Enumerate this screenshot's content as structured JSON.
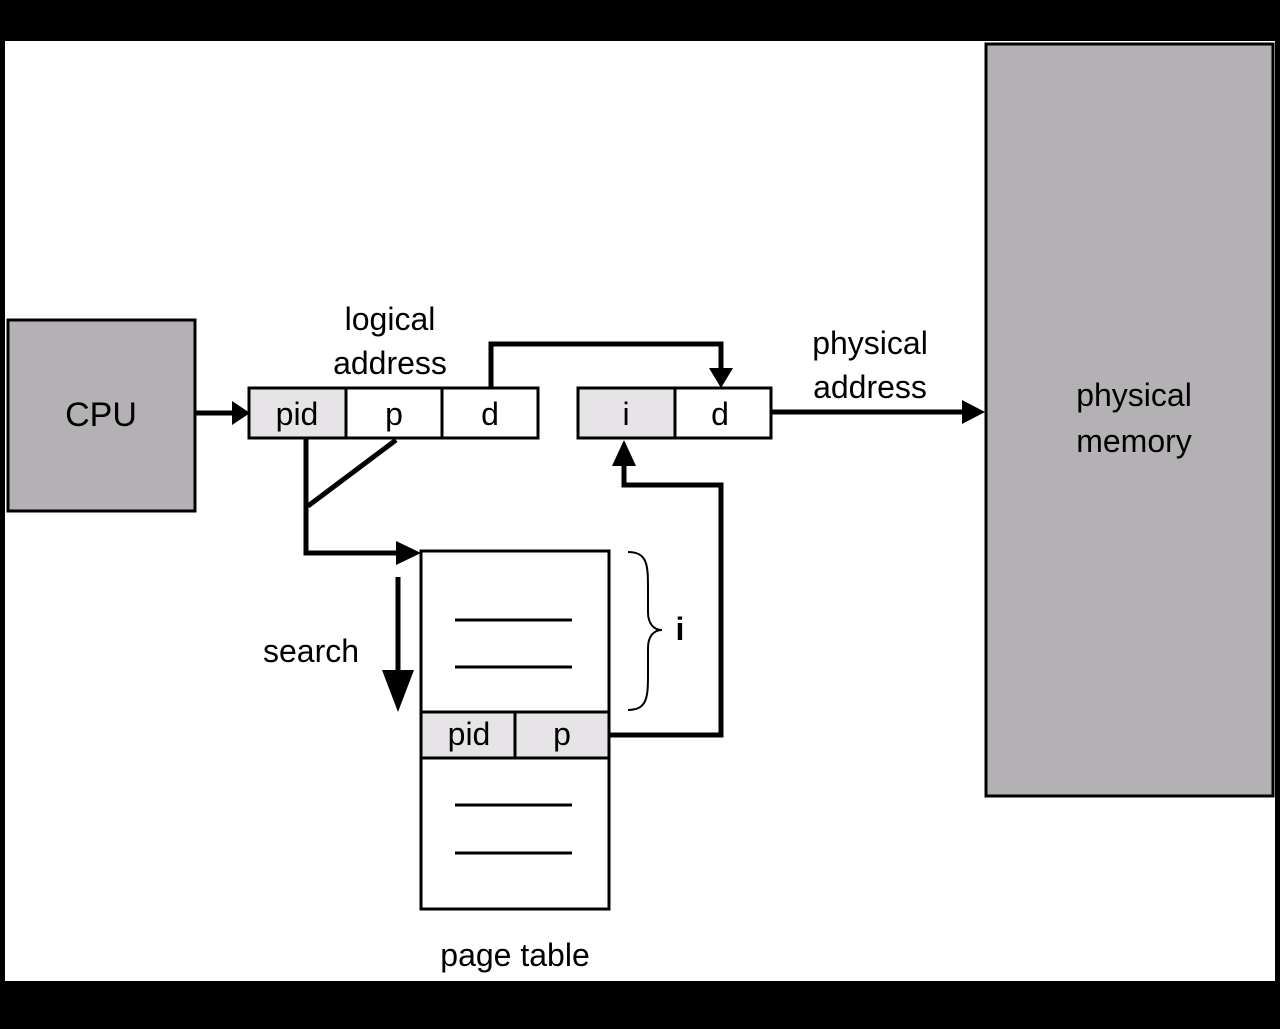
{
  "colors": {
    "frame": "#000000",
    "canvas": "#ffffff",
    "box_dark": "#b3b1b3",
    "cell_light": "#e6e4e6",
    "stroke": "#000000"
  },
  "diagram": {
    "cpu_label": "CPU",
    "logical_address": {
      "label_line1": "logical",
      "label_line2": "address",
      "fields": [
        "pid",
        "p",
        "d"
      ]
    },
    "physical_address": {
      "label_line1": "physical",
      "label_line2": "address",
      "fields": [
        "i",
        "d"
      ]
    },
    "physical_memory": {
      "label_line1": "physical",
      "label_line2": "memory"
    },
    "page_table": {
      "label": "page table",
      "entry_fields": [
        "pid",
        "p"
      ],
      "brace_label": "i"
    },
    "search_label": "search"
  }
}
